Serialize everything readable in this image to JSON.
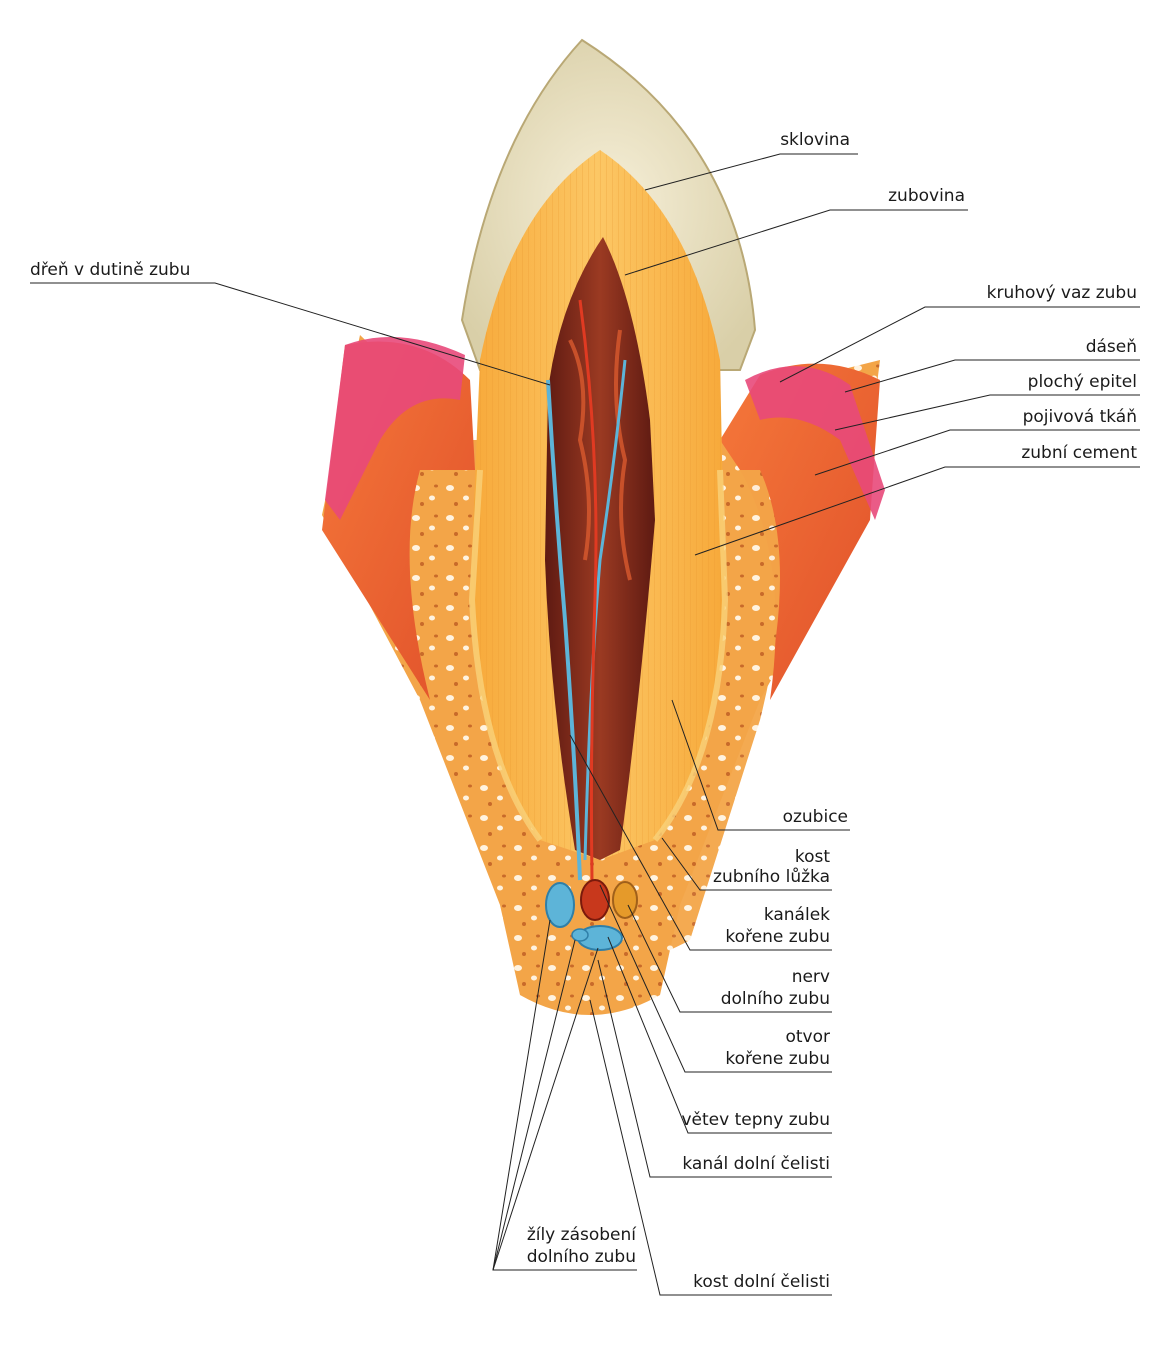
{
  "labels": {
    "sklovina": "sklovina",
    "zubovina": "zubovina",
    "dren": "dřeň v dutině zubu",
    "kruhovy_vaz": "kruhový vaz zubu",
    "dasen": "dáseň",
    "plochy_epitel": "plochý epitel",
    "pojivova_tkan": "pojivová tkáň",
    "zubni_cement": "zubní cement",
    "ozubice": "ozubice",
    "kost_luzka_1": "kost",
    "kost_luzka_2": "zubního lůžka",
    "kanalek_1": "kanálek",
    "kanalek_2": "kořene zubu",
    "nerv_1": "nerv",
    "nerv_2": "dolního zubu",
    "otvor_1": "otvor",
    "otvor_2": "kořene zubu",
    "vetev_tepny": "větev tepny zubu",
    "kanal_celisti": "kanál dolní čelisti",
    "zily_1": "žíly zásobení",
    "zily_2": "dolního zubu",
    "kost_celisti": "kost dolní čelisti"
  },
  "colors": {
    "enamel": "#ece3c4",
    "dentin": "#f8b64a",
    "pulp": "#7a2418",
    "gum": "#e8497a",
    "tissue": "#ee6a30",
    "bone": "#f3a040",
    "vein": "#5db4d8"
  }
}
